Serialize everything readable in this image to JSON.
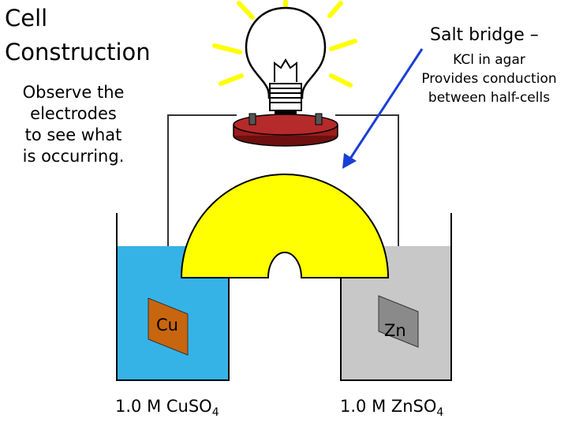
{
  "title": "Cell\nConstruction",
  "observe_text": "Observe the\nelectrodes\nto see what\nis occurring.",
  "salt_bridge": {
    "title": "Salt bridge –",
    "description": "KCl in agar\nProvides conduction\nbetween half-cells"
  },
  "left_cell": {
    "electrode": "Cu",
    "solution_main": "1.0 M CuSO",
    "solution_sub": "4",
    "electrode_color": "#c8650f",
    "solution_color": "#36b3e6"
  },
  "right_cell": {
    "electrode": "Zn",
    "solution_main": "1.0 M ZnSO",
    "solution_sub": "4",
    "electrode_color": "#8a8a8a",
    "solution_color": "#c8c8c8"
  },
  "colors": {
    "bridge": "#ffff00",
    "arrow": "#1a3fd6",
    "bulb_base": "#9b1c1c",
    "rays": "#ffff00"
  }
}
